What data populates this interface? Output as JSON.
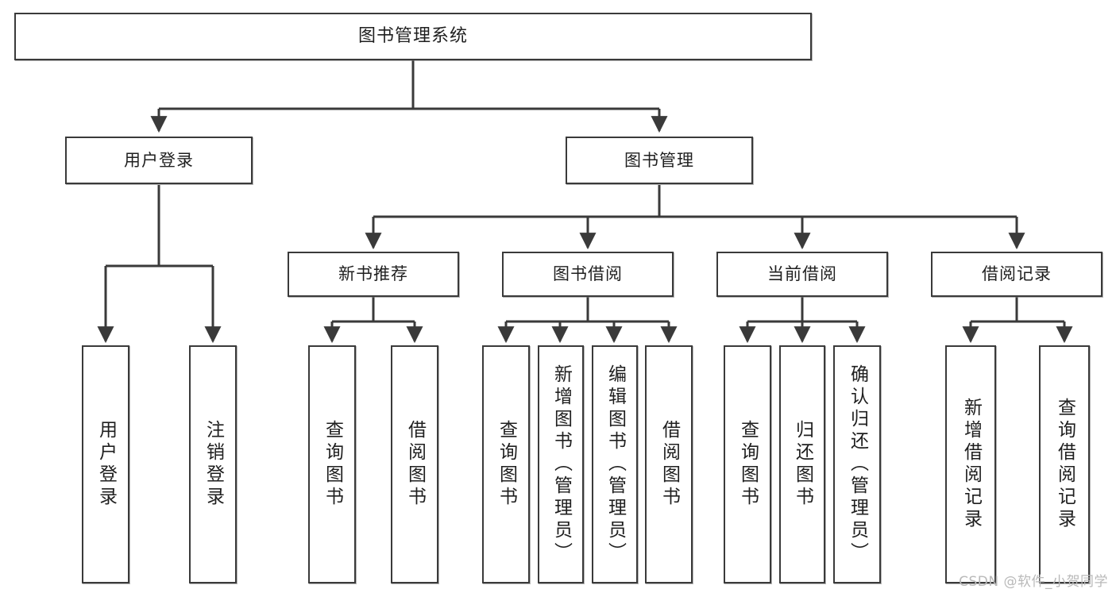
{
  "diagram": {
    "title": "图书管理系统",
    "type": "tree-hierarchy",
    "watermark": "CSDN @软件_小贺同学",
    "colors": {
      "node_border": "#3a3a3a",
      "node_fill": "#ffffff",
      "edge": "#3a3a3a",
      "text": "#1f1f1f",
      "watermark": "#b9b9b9"
    },
    "nodes": {
      "root": {
        "label": "图书管理系统"
      },
      "level2": [
        {
          "id": "user-login",
          "label": "用户登录"
        },
        {
          "id": "book-manage",
          "label": "图书管理"
        }
      ],
      "level3": [
        {
          "id": "new-book-recommend",
          "label": "新书推荐"
        },
        {
          "id": "book-borrow",
          "label": "图书借阅"
        },
        {
          "id": "current-borrow",
          "label": "当前借阅"
        },
        {
          "id": "borrow-record",
          "label": "借阅记录"
        }
      ],
      "leaves": {
        "user_login": [
          {
            "id": "leaf-user-login",
            "label": "用户登录"
          },
          {
            "id": "leaf-logout",
            "label": "注销登录"
          }
        ],
        "new_book_recommend": [
          {
            "id": "leaf-query-book-1",
            "label": "查询图书"
          },
          {
            "id": "leaf-borrow-book-1",
            "label": "借阅图书"
          }
        ],
        "book_borrow": [
          {
            "id": "leaf-query-book-2",
            "label": "查询图书"
          },
          {
            "id": "leaf-add-book",
            "label": "新增图书（管理员）"
          },
          {
            "id": "leaf-edit-book",
            "label": "编辑图书（管理员）"
          },
          {
            "id": "leaf-borrow-book-2",
            "label": "借阅图书"
          }
        ],
        "current_borrow": [
          {
            "id": "leaf-query-book-3",
            "label": "查询图书"
          },
          {
            "id": "leaf-return-book",
            "label": "归还图书"
          },
          {
            "id": "leaf-confirm-return",
            "label": "确认归还（管理员）"
          }
        ],
        "borrow_record": [
          {
            "id": "leaf-add-record",
            "label": "新增借阅记录"
          },
          {
            "id": "leaf-query-record",
            "label": "查询借阅记录"
          }
        ]
      }
    }
  }
}
